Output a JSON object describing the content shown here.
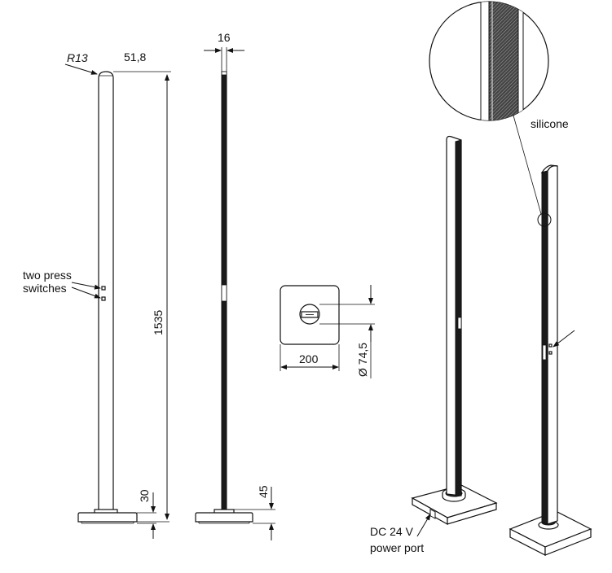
{
  "labels": {
    "radius": "R13",
    "width": "51,8",
    "thickness": "16",
    "height": "1535",
    "base_height_a": "30",
    "base_height_b": "45",
    "base_size": "200",
    "diameter": "Ø 74,5",
    "switches_line1": "two press",
    "switches_line2": "switches",
    "silicone": "silicone",
    "power_line1": "DC 24 V",
    "power_line2": "power port"
  }
}
